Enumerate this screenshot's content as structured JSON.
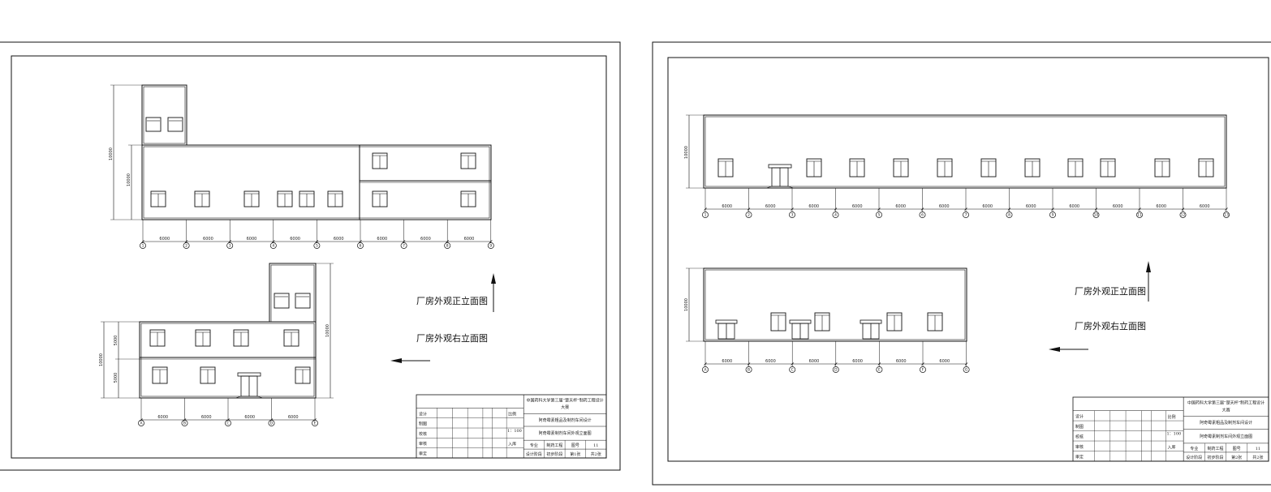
{
  "sheets": [
    {
      "captions": {
        "front": "厂房外观正立面图",
        "right": "厂房外观右立面图"
      },
      "upper_elevation": {
        "axis_labels": [
          "1",
          "2",
          "3",
          "4",
          "5",
          "6",
          "7",
          "8",
          "9"
        ],
        "bay_dims": [
          "6000",
          "6000",
          "6000",
          "6000",
          "6000",
          "6000",
          "6000",
          "6000"
        ],
        "height_dims": [
          "10000",
          "10000"
        ]
      },
      "lower_elevation": {
        "axis_labels": [
          "A",
          "B",
          "C",
          "D",
          "E"
        ],
        "bay_dims": [
          "6000",
          "6000",
          "6000",
          "6000"
        ],
        "height_dims": [
          "10000",
          "5000",
          "5000",
          "10000"
        ]
      },
      "title_block": {
        "competition": "中国药科大学第三届“楚天杯”制药工程设计大赛",
        "project": "阿奇霉素粗品及制剂车间设计",
        "drawing": "阿奇霉素制剂车间外观立面图",
        "roles": [
          "设计",
          "制图",
          "校核",
          "审核",
          "审定"
        ],
        "scale_label": "比例",
        "scale_value": "1：100",
        "ref_label": "入库",
        "major_label": "专业",
        "major_value": "制药工程",
        "drawing_no_label": "图号",
        "drawing_no": "11",
        "stage_label": "设计阶段",
        "stage_value": "初步阶段",
        "sheet_no": "第1张",
        "sheet_total": "共2张"
      }
    },
    {
      "captions": {
        "front": "厂房外观正立面图",
        "right": "厂房外观右立面图"
      },
      "upper_elevation": {
        "axis_labels": [
          "1",
          "2",
          "3",
          "4",
          "5",
          "6",
          "7",
          "8",
          "9",
          "10",
          "11",
          "12",
          "13"
        ],
        "bay_dims": [
          "6000",
          "6000",
          "6000",
          "6000",
          "6000",
          "6000",
          "6000",
          "6000",
          "6000",
          "6000",
          "6000",
          "6000"
        ],
        "height_dims": [
          "10000"
        ]
      },
      "lower_elevation": {
        "axis_labels": [
          "A",
          "B",
          "C",
          "D",
          "E",
          "F",
          "G"
        ],
        "bay_dims": [
          "6000",
          "6000",
          "6000",
          "6000",
          "6000",
          "6000"
        ],
        "height_dims": [
          "10000"
        ]
      },
      "title_block": {
        "competition": "中国药科大学第三届“楚天杯”制药工程设计大赛",
        "project": "阿奇霉素粗品及制剂车间设计",
        "drawing": "阿奇霉素制剂车间外观立面图",
        "roles": [
          "设计",
          "制图",
          "校核",
          "审核",
          "审定"
        ],
        "scale_label": "比例",
        "scale_value": "1：100",
        "ref_label": "入库",
        "major_label": "专业",
        "major_value": "制药工程",
        "drawing_no_label": "图号",
        "drawing_no": "11",
        "stage_label": "设计阶段",
        "stage_value": "初步阶段",
        "sheet_no": "第2张",
        "sheet_total": "共2张"
      }
    }
  ],
  "icons": [
    "north-arrow-icon",
    "west-arrow-icon",
    "window-icon",
    "door-icon",
    "axis-bubble-icon"
  ]
}
